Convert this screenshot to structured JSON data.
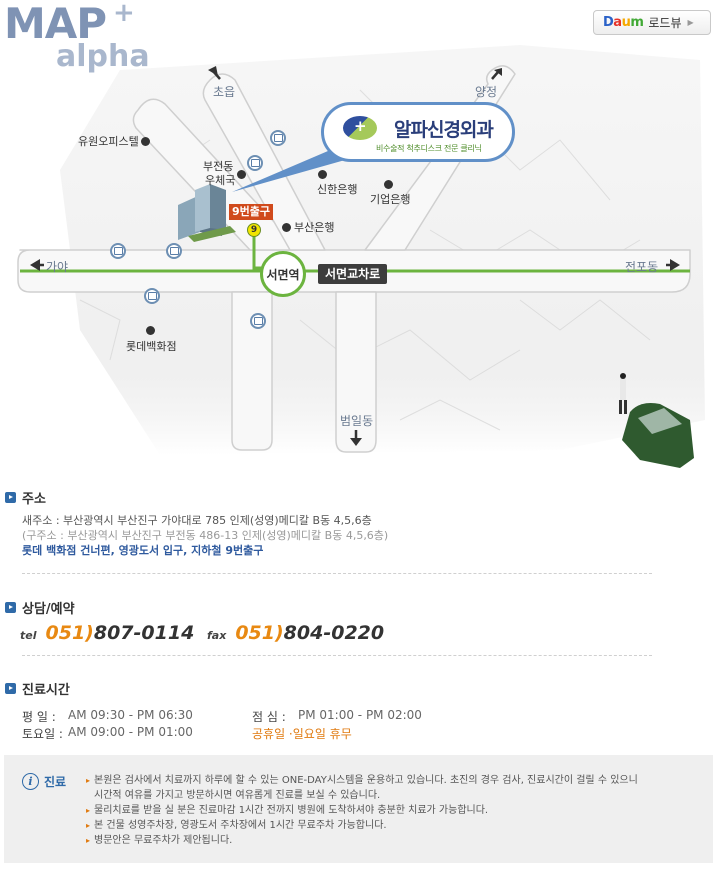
{
  "header": {
    "logo_map": "MAP",
    "logo_plus": "+",
    "logo_alpha": "alpha",
    "roadview_brand": [
      "D",
      "a",
      "u",
      "m"
    ],
    "roadview_label": "로드뷰"
  },
  "map": {
    "directions": {
      "north": "초읍",
      "northeast": "양정",
      "west": "가야",
      "east": "전포동",
      "south": "범일동"
    },
    "places": {
      "yuwon": "유원오피스텔",
      "bujeon_post_1": "부전동",
      "bujeon_post_2": "우체국",
      "shinhan": "신한은행",
      "ibk": "기업은행",
      "busan_bank": "부산은행",
      "lotte": "롯데백화점"
    },
    "exit_label": "9번출구",
    "exit_number": "9",
    "station": "서면역",
    "intersection": "서면교차로",
    "clinic": {
      "name": "알파신경외과",
      "subtitle": "비수술적 척추디스크 전문 클리닉"
    },
    "colors": {
      "road": "#f7f7f7",
      "line": "#6cb43f",
      "accent": "#6190c8"
    }
  },
  "address": {
    "title": "주소",
    "new_address": "새주소 : 부산광역시 부산진구 가야대로 785 인제(성영)메디칼 B동 4,5,6층",
    "old_address": "(구주소 : 부산광역시 부산진구 부전동 486-13 인제(성영)메디칼 B동 4,5,6층)",
    "directions": "롯데 백화점 건너편, 영광도서 입구, 지하철 9번출구"
  },
  "contact": {
    "title": "상담/예약",
    "tel_label": "tel",
    "tel_area": "051)",
    "tel_number": " 807-0114",
    "fax_label": "fax",
    "fax_area": "051)",
    "fax_number": " 804-0220"
  },
  "hours": {
    "title": "진료시간",
    "weekday_label": "평  일 :",
    "weekday_value": "AM 09:30 - PM 06:30",
    "saturday_label": "토요일 :",
    "saturday_value": "AM 09:00 - PM 01:00",
    "lunch_label": "점  심 :",
    "lunch_value": "PM 01:00 - PM 02:00",
    "holiday": "공휴일 ·일요일  휴무"
  },
  "notice": {
    "title": "진료",
    "items": [
      "본원은 검사에서 치료까지 하루에 할 수 있는 ONE-DAY시스템을 운용하고 있습니다. 초진의 경우 검사, 진료시간이 걸릴 수 있으니",
      "시간적 여유를 가지고 방문하시면 여유롭게 진료를 보실 수 있습니다.",
      "물리치료를 받을 실 분은 진료마감 1시간 전까지 병원에 도착하셔야 충분한 치료가 가능합니다.",
      "본 건물 성영주차장, 영광도서 주차장에서 1시간 무료주차 가능합니다.",
      "병문안은 무료주차가 제안됩니다."
    ]
  }
}
